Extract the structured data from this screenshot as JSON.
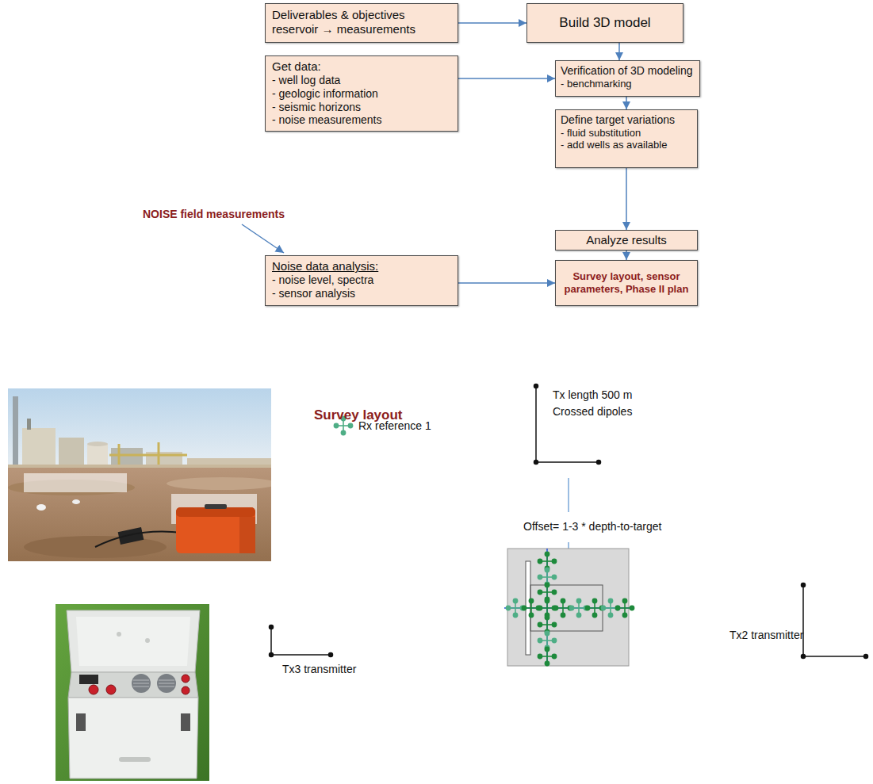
{
  "diagram": {
    "nodes": [
      {
        "text": [
          "Deliverables & objectives reservoir → measurements"
        ]
      },
      {
        "text": [
          "Build 3D model"
        ]
      },
      {
        "text": [
          "Get data:",
          "- well log data",
          "- geologic information",
          "- seismic horizons",
          "- noise measurements"
        ]
      },
      {
        "text": [
          "Verification of 3D modeling",
          "- benchmarking"
        ]
      },
      {
        "text": [
          "Define target variations",
          "- fluid substitution",
          "- add wells as available"
        ]
      },
      {
        "text": [
          "Analyze results"
        ]
      },
      {
        "text": [
          "Noise data analysis:",
          "- noise level, spectra",
          "- sensor analysis"
        ]
      },
      {
        "text": [
          "Survey layout, sensor parameters, Phase II plan"
        ]
      }
    ],
    "edges": [
      {
        "from": 0,
        "to": 1,
        "arrow": "to"
      },
      {
        "from": 1,
        "to": 3,
        "arrow": "to"
      },
      {
        "from": 2,
        "to": 3,
        "arrow": "to"
      },
      {
        "from": 3,
        "to": 4,
        "arrow": "to"
      },
      {
        "from": 4,
        "to": 5,
        "arrow": "to"
      },
      {
        "from": 5,
        "to": 7,
        "arrow": "to"
      },
      {
        "from": 6,
        "to": 7,
        "arrow": "to"
      }
    ],
    "labels": [
      "NOISE field measurements",
      "Survey layout",
      "Tx length 500 m",
      "Crossed dipoles",
      "Rx reference 1",
      "Offset= 1-3 * depth-to-target",
      "Tx3 transmitter",
      "Tx2 transmitter"
    ]
  }
}
